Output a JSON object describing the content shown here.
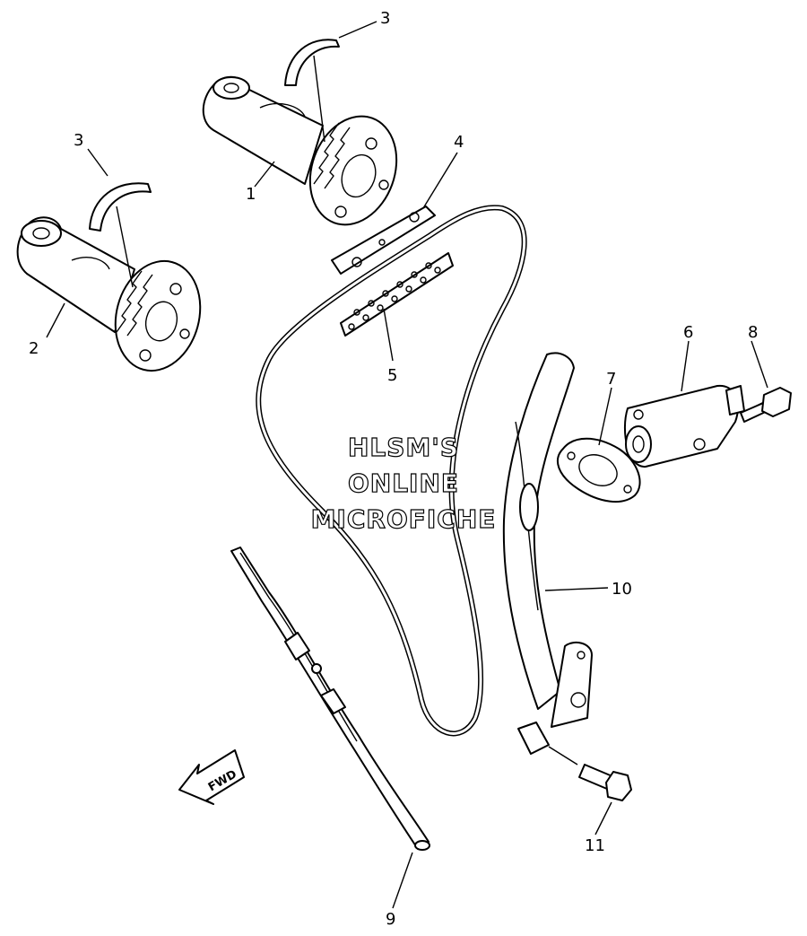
{
  "watermark": {
    "line1": "HLSM'S",
    "line2": "ONLINE",
    "line3": "MICROFICHE"
  },
  "direction_badge": "FWD",
  "callouts": {
    "c1": "1",
    "c2": "2",
    "c3a": "3",
    "c3b": "3",
    "c4": "4",
    "c5": "5",
    "c6": "6",
    "c7": "7",
    "c8": "8",
    "c9": "9",
    "c10": "10",
    "c11": "11"
  }
}
